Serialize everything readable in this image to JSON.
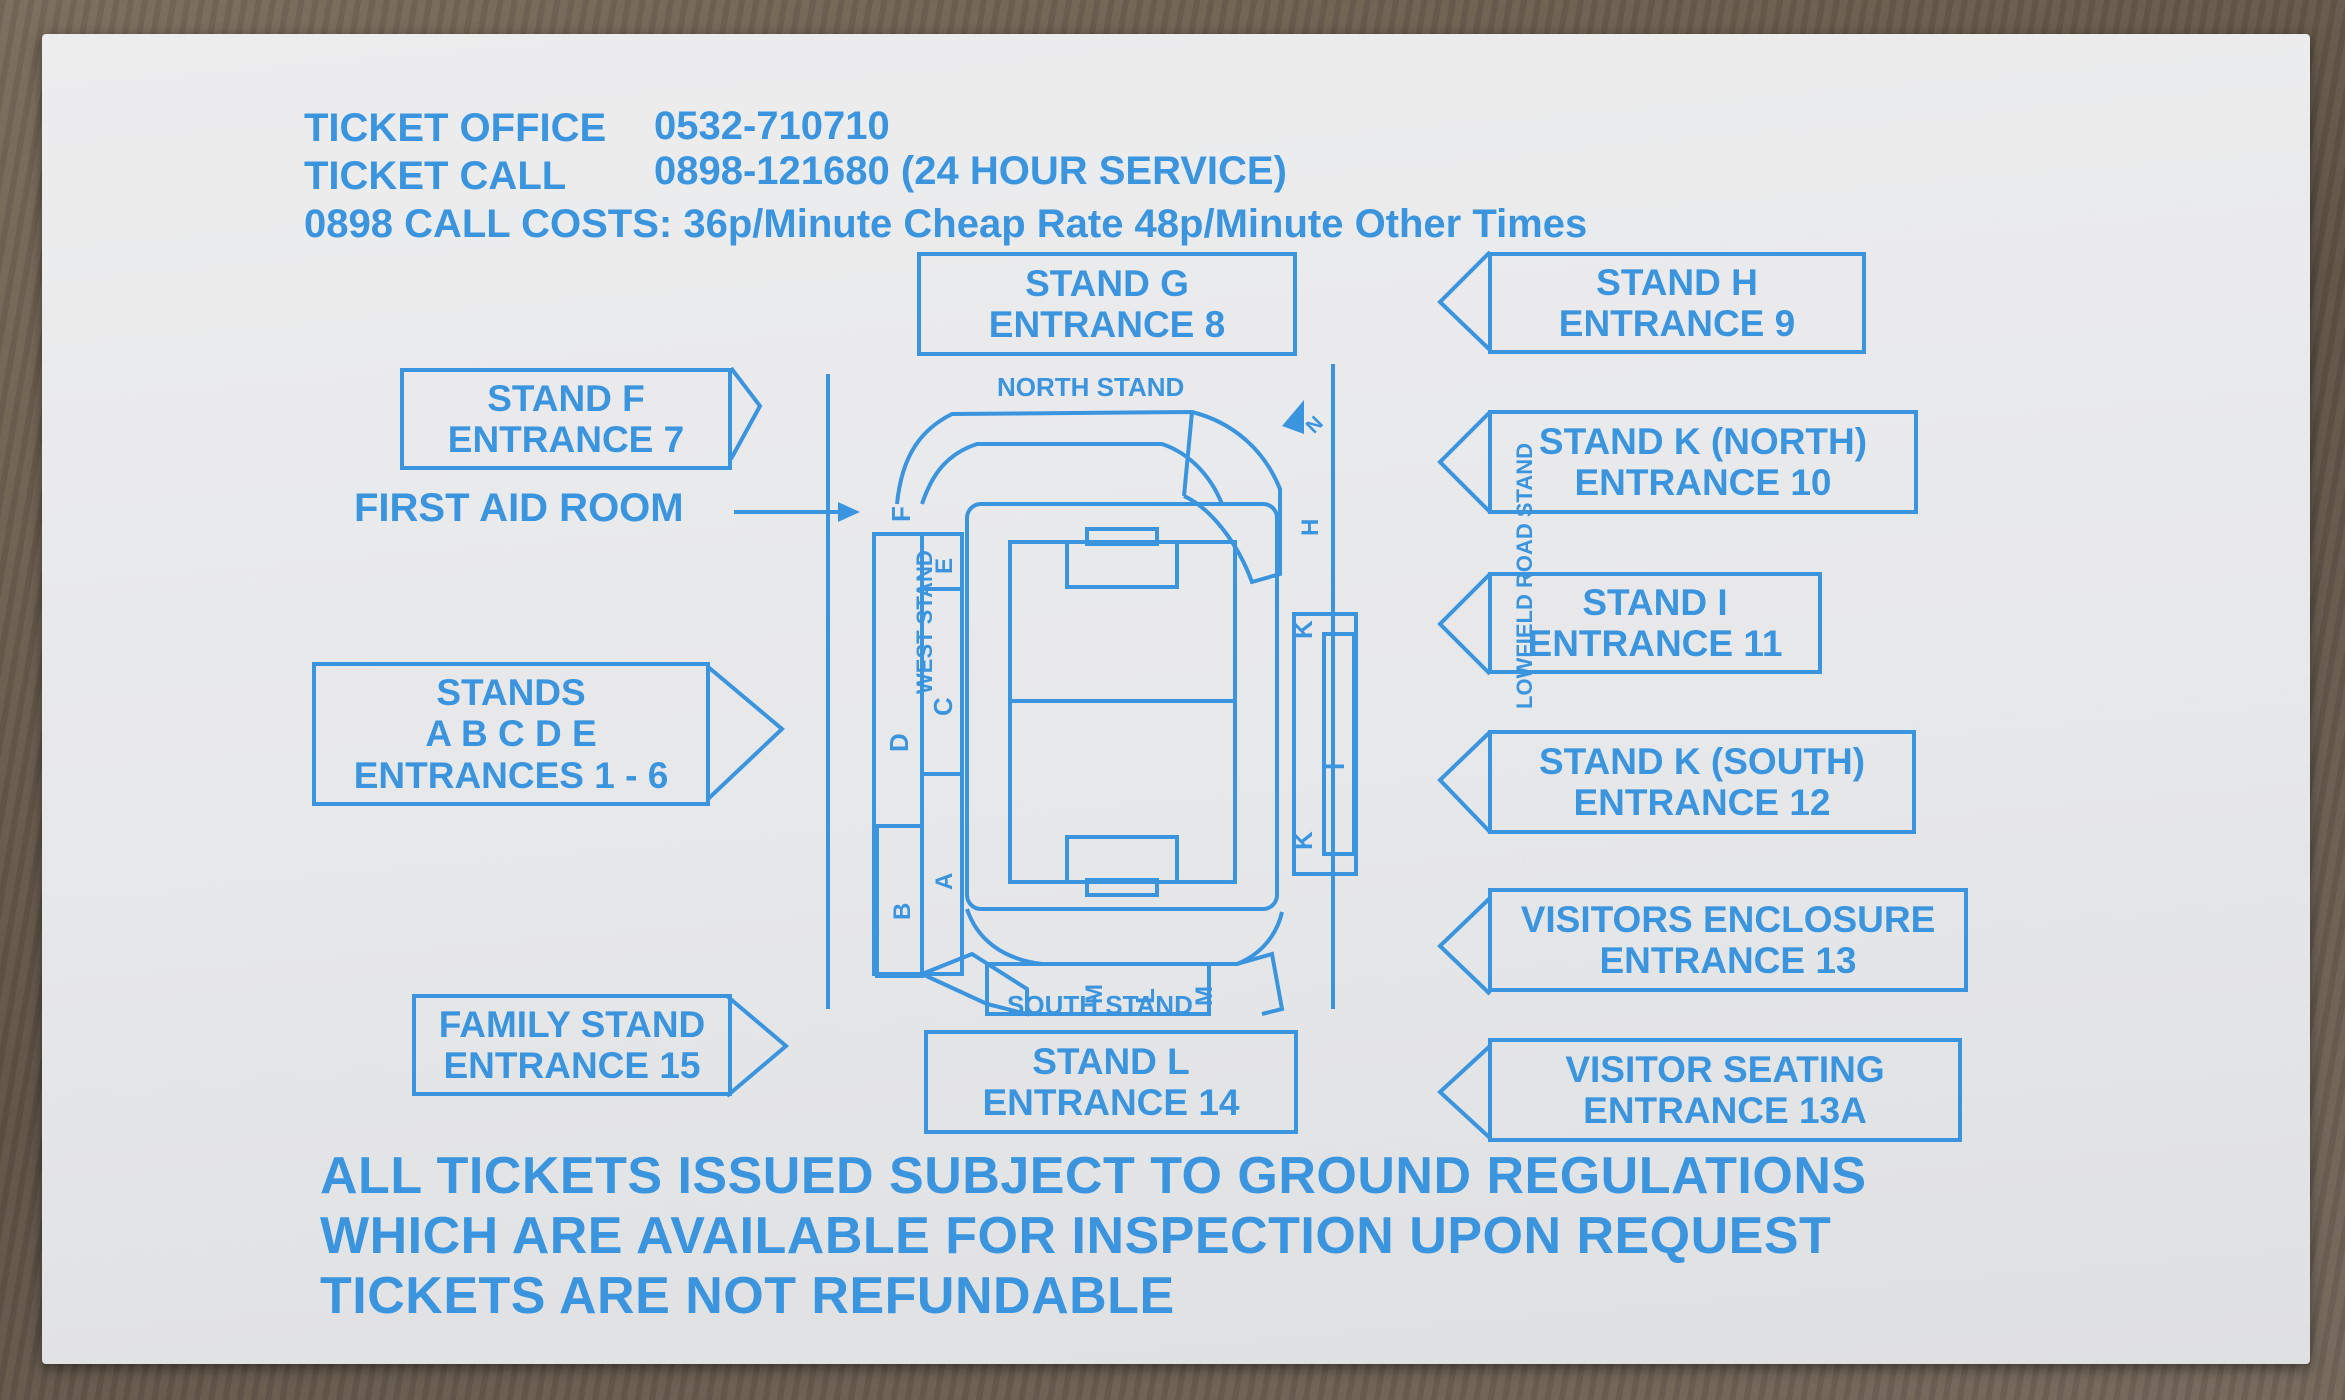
{
  "header": {
    "office_label": "TICKET OFFICE",
    "office_number": "0532-710710",
    "call_label": "TICKET CALL",
    "call_number": "0898-121680 (24 HOUR SERVICE)",
    "costs_line": "0898 CALL COSTS: 36p/Minute Cheap Rate  48p/Minute Other Times"
  },
  "entrances": {
    "g": [
      "STAND G",
      "ENTRANCE 8"
    ],
    "h": [
      "STAND H",
      "ENTRANCE 9"
    ],
    "f": [
      "STAND F",
      "ENTRANCE 7"
    ],
    "k_north": [
      "STAND K (NORTH)",
      "ENTRANCE 10"
    ],
    "i": [
      "STAND I",
      "ENTRANCE 11"
    ],
    "abcde": [
      "STANDS",
      "A B C D E",
      "ENTRANCES 1 - 6"
    ],
    "k_south": [
      "STAND K (SOUTH)",
      "ENTRANCE 12"
    ],
    "visitors_enclosure": [
      "VISITORS ENCLOSURE",
      "ENTRANCE 13"
    ],
    "family": [
      "FAMILY STAND",
      "ENTRANCE 15"
    ],
    "l": [
      "STAND L",
      "ENTRANCE 14"
    ],
    "visitor_seating": [
      "VISITOR SEATING",
      "ENTRANCE 13A"
    ]
  },
  "map": {
    "first_aid": "FIRST AID ROOM",
    "north": "NORTH STAND",
    "south": "SOUTH STAND",
    "west": "WEST STAND",
    "east": "LOWFIELD ROAD STAND",
    "compass": "N",
    "stands": {
      "a": "A",
      "b": "B",
      "c": "C",
      "d": "D",
      "e": "E",
      "f": "F",
      "h": "H",
      "i": "I",
      "k1": "K",
      "k2": "K",
      "l": "L",
      "m1": "M",
      "m2": "M"
    }
  },
  "footer": {
    "line1": "ALL TICKETS ISSUED SUBJECT TO GROUND REGULATIONS",
    "line2": "WHICH ARE AVAILABLE FOR INSPECTION UPON REQUEST",
    "line3": "TICKETS ARE NOT REFUNDABLE"
  },
  "colors": {
    "ink": "#3a95de",
    "paper": "#e8e9eb"
  }
}
